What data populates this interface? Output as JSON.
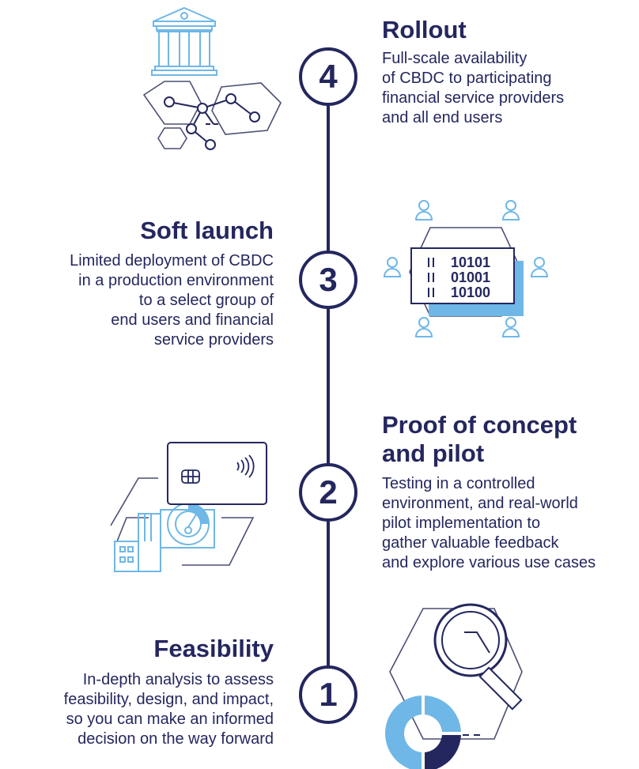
{
  "colors": {
    "navy": "#24275e",
    "light_blue": "#6fb7e6",
    "gray_line": "#4a4f73",
    "white": "#ffffff"
  },
  "stages": [
    {
      "number": "4",
      "title": "Rollout",
      "description": "Full-scale availability\nof CBDC to participating\nfinancial service providers\nand all end users",
      "icon": "bank-network-icon"
    },
    {
      "number": "3",
      "title": "Soft launch",
      "description": "Limited deployment of CBDC\nin a production environment\nto a select group of\nend users and financial\nservice providers",
      "icon": "binary-data-users-icon"
    },
    {
      "number": "2",
      "title": "Proof of concept\nand pilot",
      "description": "Testing in a controlled\nenvironment, and real-world\npilot implementation to\ngather valuable feedback\nand explore various use cases",
      "icon": "card-building-chart-icon"
    },
    {
      "number": "1",
      "title": "Feasibility",
      "description": "In-depth analysis to assess\nfeasibility, design, and impact,\nso you can make an informed\ndecision on the way forward",
      "icon": "magnifier-donut-chart-icon"
    }
  ],
  "binary_rows": [
    "10101",
    "01001",
    "10100"
  ]
}
